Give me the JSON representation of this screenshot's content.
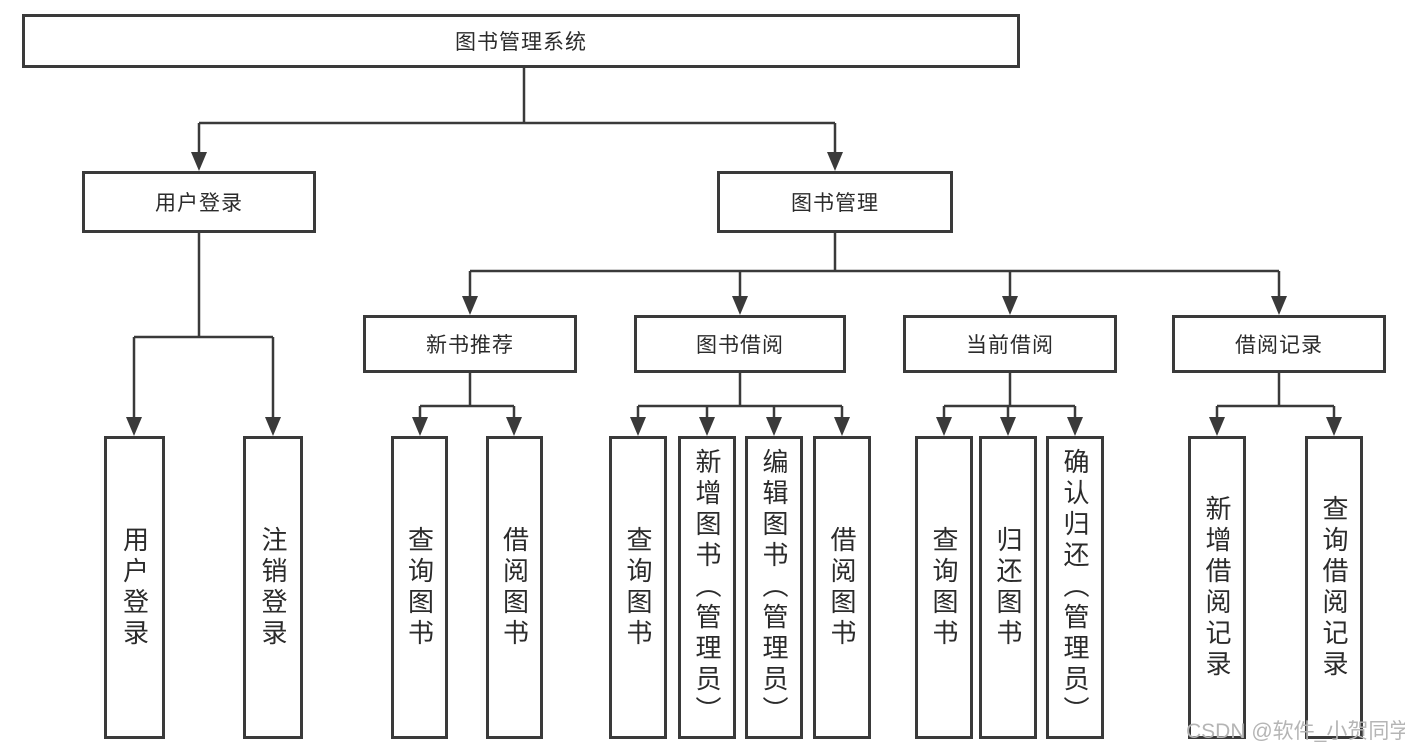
{
  "diagram": {
    "title": "图书管理系统",
    "nodes": {
      "user_login": "用户登录",
      "book_mgmt": "图书管理",
      "new_books": "新书推荐",
      "book_borrow": "图书借阅",
      "current_borrow": "当前借阅",
      "borrow_records": "借阅记录"
    },
    "leaves": {
      "user_login": [
        "用户登录",
        "注销登录"
      ],
      "new_books": [
        "查询图书",
        "借阅图书"
      ],
      "book_borrow": [
        "查询图书",
        "新增图书（管理员）",
        "编辑图书（管理员）",
        "借阅图书"
      ],
      "current_borrow": [
        "查询图书",
        "归还图书",
        "确认归还（管理员）"
      ],
      "borrow_records": [
        "新增借阅记录",
        "查询借阅记录"
      ]
    }
  },
  "watermark": "CSDN @软件_小贺同学",
  "colors": {
    "line": "#3a3a3a",
    "box_border": "#3a3a3a",
    "box_fill": "#ffffff",
    "text": "#2b2b2b",
    "watermark": "#b5b5b5",
    "background": "#ffffff"
  }
}
